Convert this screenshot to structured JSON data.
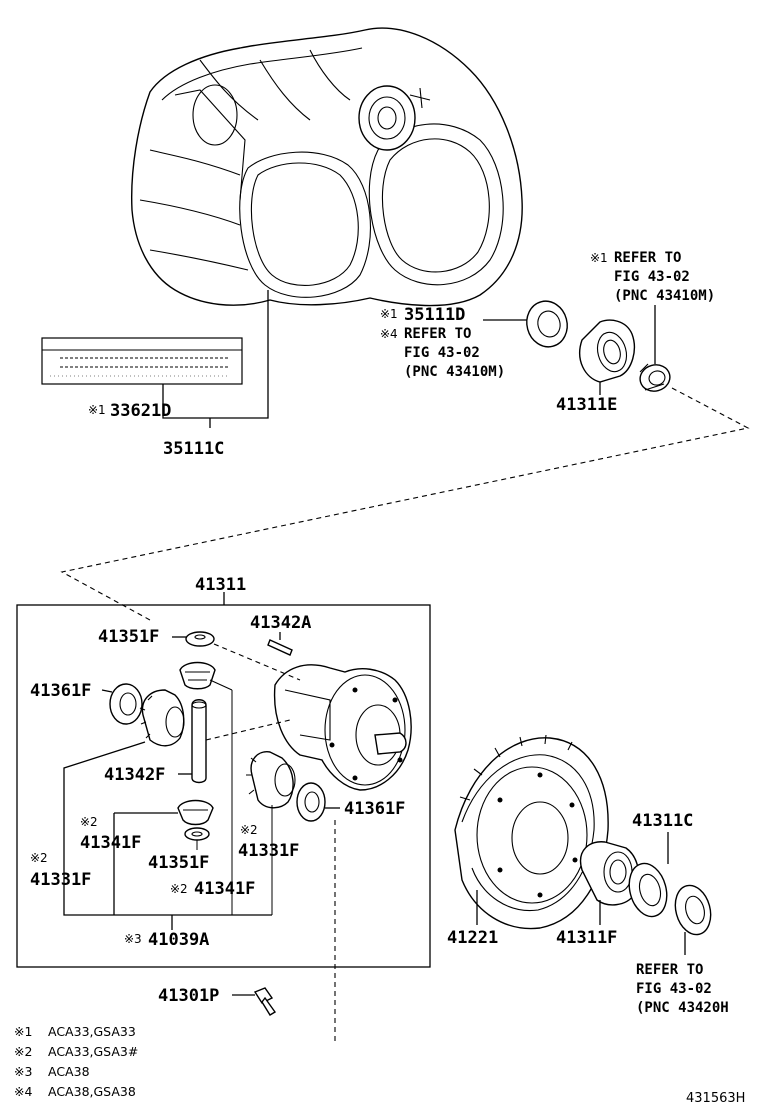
{
  "parts": {
    "p35111C": "35111C",
    "p33621D": "33621D",
    "p35111D": "35111D",
    "p41311E": "41311E",
    "p41311": "41311",
    "p41351F_a": "41351F",
    "p41342A": "41342A",
    "p41361F_a": "41361F",
    "p41342F": "41342F",
    "p41341F_a": "41341F",
    "p41351F_b": "41351F",
    "p41331F_a": "41331F",
    "p41331F_b": "41331F",
    "p41341F_b": "41341F",
    "p41361F_b": "41361F",
    "p41039A": "41039A",
    "p41221": "41221",
    "p41311F": "41311F",
    "p41311C": "41311C",
    "p41301P": "41301P"
  },
  "marks": {
    "m1": "※1",
    "m2": "※2",
    "m3": "※3",
    "m4": "※4"
  },
  "refs": {
    "ref_oilseal_left": [
      "REFER TO",
      "FIG 43-02",
      "(PNC 43410M)"
    ],
    "ref_top_right": [
      "REFER TO",
      "FIG 43-02",
      "(PNC 43410M)"
    ],
    "ref_bottom_right": [
      "REFER TO",
      "FIG 43-02",
      "(PNC 43420H"
    ]
  },
  "legend": [
    {
      "mark": "※1",
      "text": "ACA33,GSA33"
    },
    {
      "mark": "※2",
      "text": "ACA33,GSA3#"
    },
    {
      "mark": "※3",
      "text": "ACA38"
    },
    {
      "mark": "※4",
      "text": "ACA38,GSA38"
    }
  ],
  "figure_id": "431563H"
}
